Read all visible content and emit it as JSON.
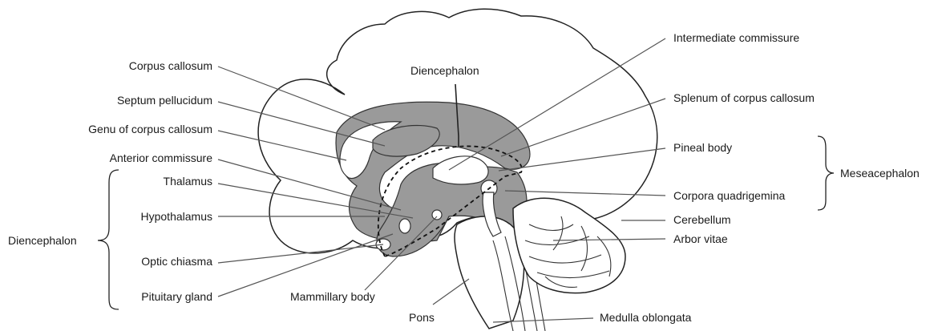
{
  "labels": {
    "corpus_callosum": "Corpus callosum",
    "septum_pellucidum": "Septum pellucidum",
    "genu": "Genu of corpus callosum",
    "anterior_commissure": "Anterior commissure",
    "thalamus": "Thalamus",
    "hypothalamus": "Hypothalamus",
    "optic_chiasma": "Optic chiasma",
    "pituitary_gland": "Pituitary gland",
    "mammillary_body": "Mammillary body",
    "pons": "Pons",
    "diencephalon_top": "Diencephalon",
    "diencephalon_side": "Diencephalon",
    "intermediate_commissure": "Intermediate commissure",
    "splenum": "Splenum of corpus callosum",
    "pineal_body": "Pineal body",
    "corpora_quadrigemina": "Corpora quadrigemina",
    "cerebellum": "Cerebellum",
    "arbor_vitae": "Arbor vitae",
    "medulla_oblongata": "Medulla oblongata",
    "meseacephalon": "Meseacephalon"
  },
  "colors": {
    "shading": "#9a9a9a",
    "outline": "#222222",
    "text": "#1a1a1a"
  }
}
